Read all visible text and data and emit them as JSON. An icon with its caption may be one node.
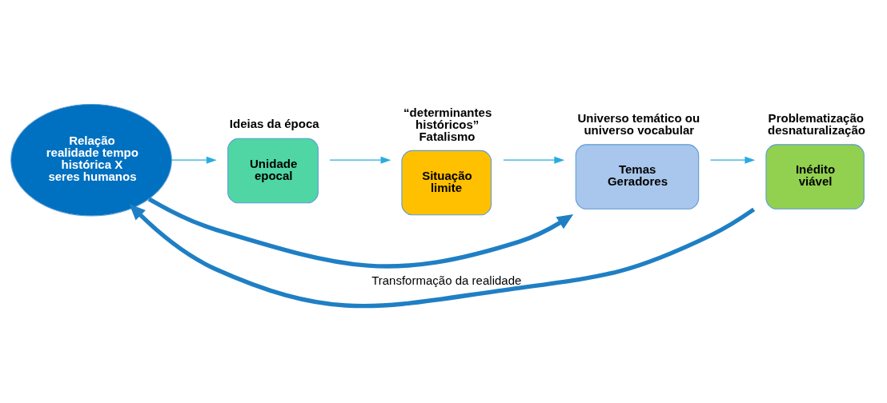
{
  "diagram": {
    "nodes": [
      {
        "text": [
          "Relação realidade tempo histórica X seres humanos"
        ]
      },
      {
        "text": [
          "Unidade epocal"
        ],
        "beside": [
          "Ideias da época"
        ]
      },
      {
        "text": [
          "Situação limite"
        ],
        "beside": [
          "“determinantes históricos”",
          "Fatalismo"
        ]
      },
      {
        "text": [
          "Temas Geradores"
        ],
        "beside": [
          "Universo temático ou universo vocabular"
        ]
      },
      {
        "text": [
          "Inédito viável"
        ],
        "beside": [
          "Problematização desnaturalização"
        ]
      }
    ],
    "edges": [
      {
        "from": 0,
        "to": 1,
        "arrow": "to"
      },
      {
        "from": 1,
        "to": 2,
        "arrow": "to"
      },
      {
        "from": 2,
        "to": 3,
        "arrow": "to"
      },
      {
        "from": 3,
        "to": 4,
        "arrow": "to"
      },
      {
        "from": 0,
        "to": 3,
        "arrow": "to",
        "style": "thick",
        "color": "#1f7fc4"
      },
      {
        "from": 4,
        "to": 0,
        "arrow": "to",
        "style": "thick",
        "color": "#1f7fc4",
        "label": "Transformação da realidade"
      }
    ]
  }
}
